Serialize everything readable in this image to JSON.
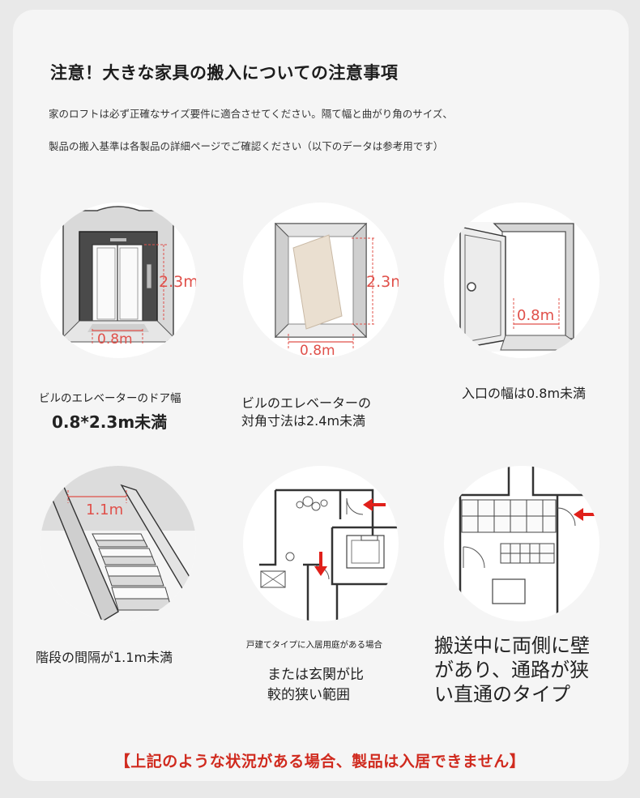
{
  "header": {
    "title": "注意！大きな家具の搬入についての注意事項",
    "desc_line1": "家のロフトは必ず正確なサイズ要件に適合させてください。隔て幅と曲がり角のサイズ、",
    "desc_line2": "製品の搬入基準は各製品の詳細ページでご確認ください（以下のデータは参考用です）"
  },
  "items": [
    {
      "icon": "elevator-door-icon",
      "caption_line1": "ビルのエレベーターのドア幅",
      "caption_line2": "0.8*2.3m未満",
      "dim_width": "0.8m",
      "dim_height": "2.3m"
    },
    {
      "icon": "elevator-diagonal-icon",
      "caption_line1": "ビルのエレベーターの",
      "caption_line2": "対角寸法は2.4m未満",
      "dim_width": "0.8m",
      "dim_height": "2.3m"
    },
    {
      "icon": "entrance-door-icon",
      "caption_line1": "入口の幅は0.8m未満",
      "dim_width": "0.8m"
    },
    {
      "icon": "staircase-icon",
      "caption_line1": "階段の間隔が1.1m未満",
      "dim_width": "1.1m"
    },
    {
      "icon": "floor-plan-icon",
      "caption_line1": "戸建てタイプに入居用庭がある場合",
      "caption_line2": "または玄関が比",
      "caption_line3": "較的狭い範囲"
    },
    {
      "icon": "corridor-icon",
      "caption_line1": "搬送中に両側に壁",
      "caption_line2": "があり、通路が狭",
      "caption_line3": "い直通のタイプ"
    }
  ],
  "footer": {
    "notice": "【上記のような状況がある場合、製品は入居できません】"
  },
  "colors": {
    "accent": "#d02a1e",
    "dimension": "#e0504a"
  }
}
